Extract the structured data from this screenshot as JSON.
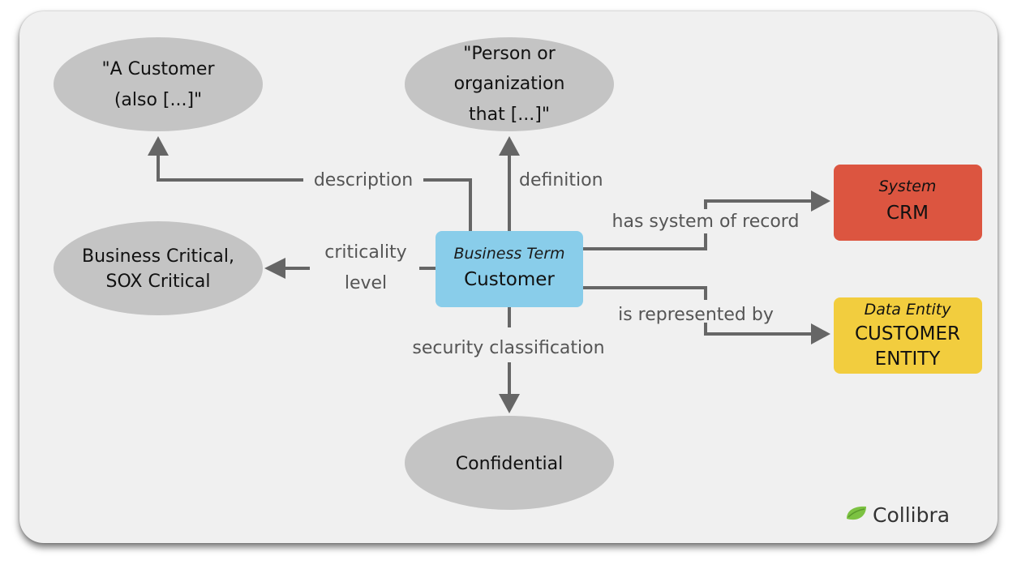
{
  "center": {
    "type": "Business Term",
    "name": "Customer",
    "color": "#89cdea"
  },
  "ellipses": {
    "description_target": {
      "lines": [
        "\"A Customer",
        "(also  [...]\""
      ]
    },
    "definition_target": {
      "lines": [
        "\"Person or",
        "organization",
        "that [...]\""
      ]
    },
    "criticality_target": {
      "lines": [
        "Business Critical,",
        "SOX Critical"
      ]
    },
    "security_target": {
      "lines": [
        "Confidential"
      ]
    }
  },
  "boxes": {
    "system": {
      "type": "System",
      "name_lines": [
        "CRM"
      ],
      "color": "#dc5540"
    },
    "data_entity": {
      "type": "Data Entity",
      "name_lines": [
        "CUSTOMER",
        "ENTITY"
      ],
      "color": "#f2cd3e"
    }
  },
  "edges": {
    "description": {
      "label_lines": [
        "description"
      ]
    },
    "definition": {
      "label_lines": [
        "definition"
      ]
    },
    "criticality": {
      "label_lines": [
        "criticality",
        "level"
      ]
    },
    "security": {
      "label_lines": [
        "security classification"
      ]
    },
    "system_of_record": {
      "label_lines": [
        "has system of record"
      ]
    },
    "represented_by": {
      "label_lines": [
        "is represented by"
      ]
    }
  },
  "branding": {
    "logo_text": "Collibra",
    "logo_color": "#7cc242"
  },
  "colors": {
    "ellipse_fill": "#c4c4c4",
    "edge_stroke": "#666666"
  }
}
